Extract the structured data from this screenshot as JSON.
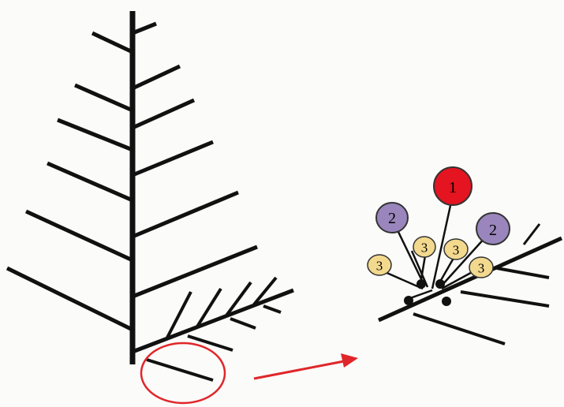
{
  "colors": {
    "stem": "#111111",
    "highlight": "#e0262a",
    "ball_1": "#e41420",
    "ball_2": "#9a86bd",
    "ball_3": "#f2d98e",
    "background": "#fbfbf9"
  },
  "balls": [
    {
      "label": "1",
      "color_key": "ball_1"
    },
    {
      "label": "2",
      "color_key": "ball_2"
    },
    {
      "label": "2",
      "color_key": "ball_2"
    },
    {
      "label": "3",
      "color_key": "ball_3"
    },
    {
      "label": "3",
      "color_key": "ball_3"
    },
    {
      "label": "3",
      "color_key": "ball_3"
    },
    {
      "label": "3",
      "color_key": "ball_3"
    }
  ]
}
